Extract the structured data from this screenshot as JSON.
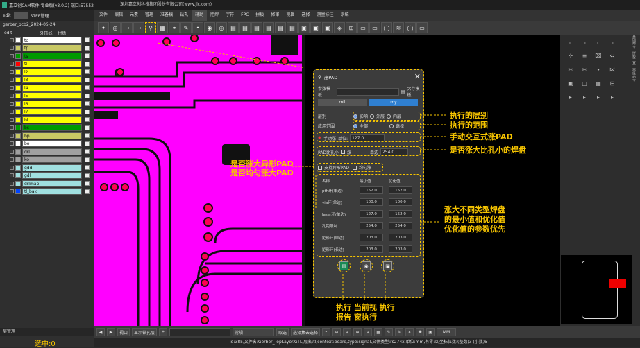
{
  "window": {
    "title": "嘉立创CAM软件 专业版(v3.0.2) 端口:57552",
    "company": "深圳嘉立创科技集团股份有限公司(www.jlc.com)"
  },
  "menu": [
    "文件",
    "编辑",
    "元素",
    "管理",
    "准备稿",
    "钻孔",
    "辅助",
    "阻焊",
    "字符",
    "FPC",
    "拼板",
    "修审",
    "视图",
    "选择",
    "测量标注",
    "系统"
  ],
  "active_menu_index": 6,
  "left_panel": {
    "tabs": [
      "edit",
      "STEP管理"
    ],
    "job_name": "gerber_pcb2_2024-05-24",
    "header_edit": "edit",
    "header_outline": "外形线",
    "header_panel": "拼板",
    "layers": [
      {
        "name": "to",
        "color": "#ffffff",
        "box": "#ffffff"
      },
      {
        "name": "tp",
        "color": "#c8c864",
        "box": "#c8c864"
      },
      {
        "name": "ts",
        "color": "#009a00",
        "box": "#009a00"
      },
      {
        "name": "tl",
        "color": "#ff0000",
        "box": "#ffff00"
      },
      {
        "name": "l2",
        "color": "#ffff00",
        "box": "#ffff00"
      },
      {
        "name": "l3",
        "color": "#ffff00",
        "box": "#ffff00"
      },
      {
        "name": "l4",
        "color": "#ffff00",
        "box": "#ffff00"
      },
      {
        "name": "l5",
        "color": "#ffff00",
        "box": "#ffff00"
      },
      {
        "name": "l6",
        "color": "#ffff00",
        "box": "#ffff00"
      },
      {
        "name": "l7",
        "color": "#ffff00",
        "box": "#ffff00"
      },
      {
        "name": "bl",
        "color": "#ffff00",
        "box": "#ffff00"
      },
      {
        "name": "bs",
        "color": "#009a00",
        "box": "#009a00"
      },
      {
        "name": "bp",
        "color": "#c8c864",
        "box": "#c8c864"
      },
      {
        "name": "bo",
        "color": "#ffffff",
        "box": "#ffffff"
      },
      {
        "name": "drl",
        "color": "#a0a0a0",
        "box": "#a0a0a0"
      },
      {
        "name": "ko",
        "color": "#a0a0a0",
        "box": "#a0a0a0"
      },
      {
        "name": "gdd",
        "color": "#a0e0e0",
        "box": "#a0e0e0"
      },
      {
        "name": "gdl",
        "color": "#a0e0e0",
        "box": "#a0e0e0"
      },
      {
        "name": "drlmap",
        "color": "#a0e0e0",
        "box": "#a0e0e0"
      },
      {
        "name": "tl_bak",
        "color": "#0044ff",
        "box": "#a0e0e0"
      }
    ],
    "footer": "层管理",
    "selected_label": "选中:0"
  },
  "dialog": {
    "title": "涨PAD",
    "param_template_label": "参数模板",
    "save_template_label": "另存模板",
    "unit_mil": "mil",
    "unit_inch": "my",
    "layer_label": "层别",
    "layer_options": [
      "影响",
      "外层",
      "内层"
    ],
    "range_label": "应用范围",
    "range_options": [
      "全部",
      "选择"
    ],
    "manual_label": "手动涨",
    "unit_label": "单位:",
    "manual_value": "127.0",
    "pad_ratio_label": "PAD比孔小",
    "pad_ratio_check": "涨",
    "pad_ratio_unit": "单边",
    "pad_ratio_value": "254.0",
    "irregular_label": "支持异形PAD",
    "uniform_label": "均匀涨",
    "table_headers": [
      "名称",
      "最小值",
      "优化值"
    ],
    "table_rows": [
      {
        "name": "pth环(单边)",
        "min": "152.0",
        "opt": "152.0"
      },
      {
        "name": "via环(单边)",
        "min": "100.0",
        "opt": "100.0"
      },
      {
        "name": "laser环(单边)",
        "min": "127.0",
        "opt": "152.0"
      },
      {
        "name": "孔距限制",
        "min": "254.0",
        "opt": "254.0"
      },
      {
        "name": "矩形环(单边)",
        "min": "203.0",
        "opt": "203.0"
      },
      {
        "name": "矩形环(长边)",
        "min": "203.0",
        "opt": "203.0"
      }
    ]
  },
  "annotations": {
    "a1": "执行的层别",
    "a2": "执行的范围",
    "a3": "手动交互式涨PAD",
    "a4": "是否涨大比孔小的焊盘",
    "a5": "是否涨大异形PAD",
    "a6": "是否均匀涨大PAD",
    "a7": "涨大不同类型焊盘",
    "a8": "的最小值和优化值",
    "a9": "优化值的参数优先",
    "a10": "执行 当前视 执行",
    "a11": "报告 窗执行"
  },
  "bottom": {
    "b1": "视口",
    "b2": "显示钻孔层",
    "b3": "常规",
    "b4": "取选",
    "b5": "选择集去选择",
    "unit": "MM"
  },
  "status": "id:385,文件名:Gerber_TopLayer.GTL,层名:tl,context:board,type:signal,文件类型:rs274x,单位:mm,有零:lz,坐标位数:(整数)3 (小数)5",
  "side_tabs": [
    "基础命令",
    "拼板工具",
    "高级命令"
  ],
  "colors": {
    "accent": "#f6c400",
    "canvas": "#ff00ff",
    "blue": "#2f7fd0"
  }
}
